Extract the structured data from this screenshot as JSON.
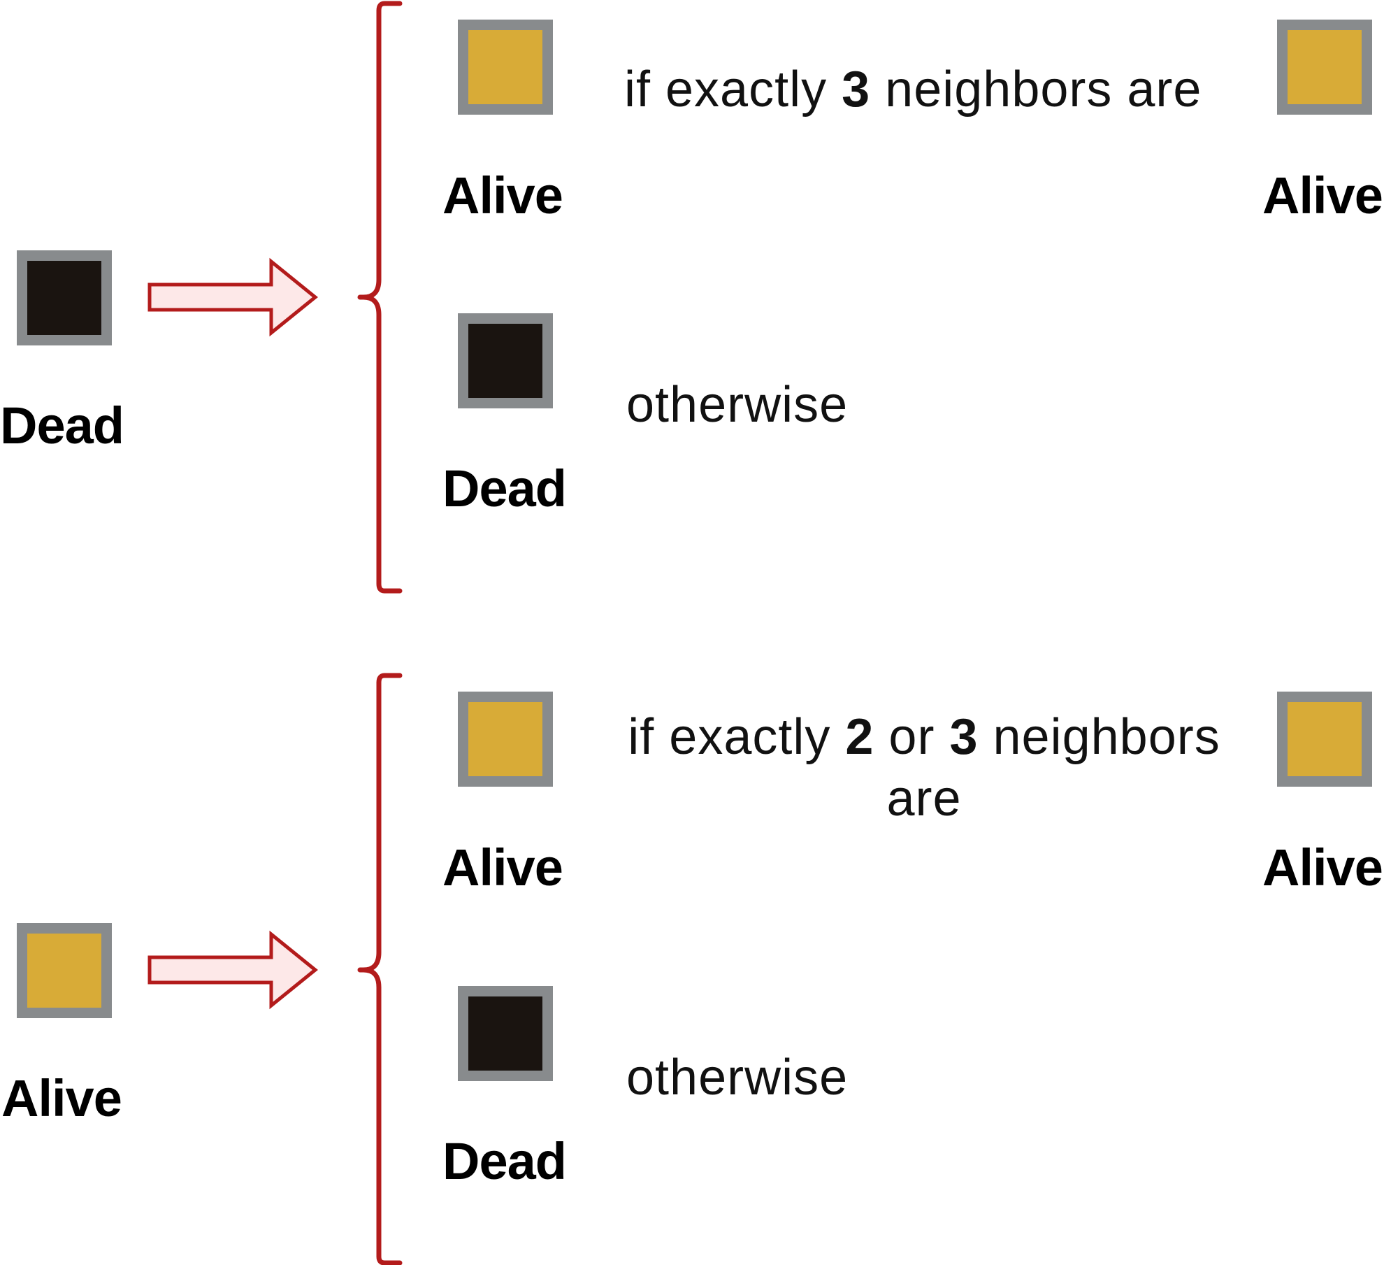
{
  "colors": {
    "alive": "#d8ab37",
    "dead": "#1a1410",
    "border": "#888b8d",
    "accent": "#b31b1b",
    "arrow_fill": "#fde8e8"
  },
  "rules": [
    {
      "from_label": "Dead",
      "outcomes": [
        {
          "label": "Alive",
          "condition_pre": "if exactly ",
          "condition_num1": "3",
          "condition_post": " neighbors are",
          "result_label": "Alive"
        },
        {
          "label": "Dead",
          "condition": "otherwise"
        }
      ]
    },
    {
      "from_label": "Alive",
      "outcomes": [
        {
          "label": "Alive",
          "condition_pre": "if exactly ",
          "condition_num1": "2",
          "condition_mid": " or ",
          "condition_num2": "3",
          "condition_post": " neighbors",
          "condition_line2": "are",
          "result_label": "Alive"
        },
        {
          "label": "Dead",
          "condition": "otherwise"
        }
      ]
    }
  ]
}
